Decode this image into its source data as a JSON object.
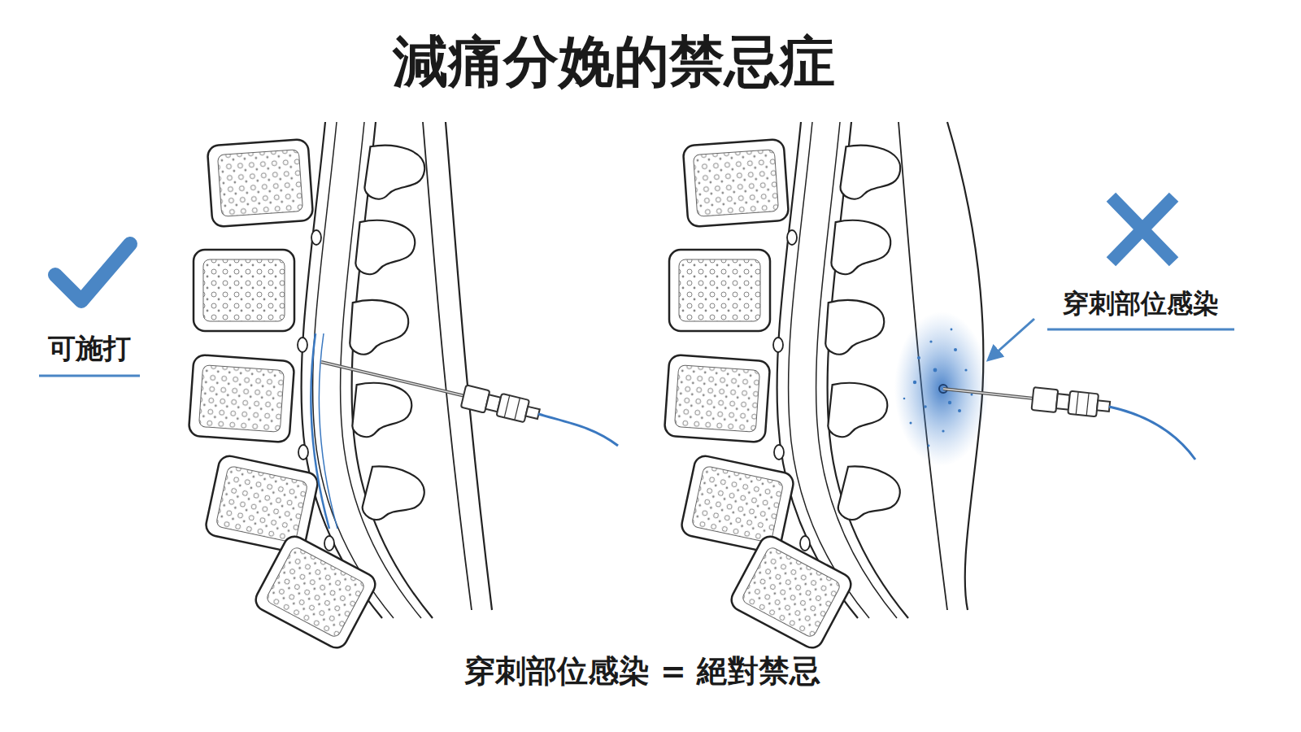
{
  "diagram": {
    "title": "減痛分娩的禁忌症",
    "caption": "穿刺部位感染 = 絕對禁忌",
    "labels": [
      "可施打",
      "穿刺部位感染"
    ]
  }
}
